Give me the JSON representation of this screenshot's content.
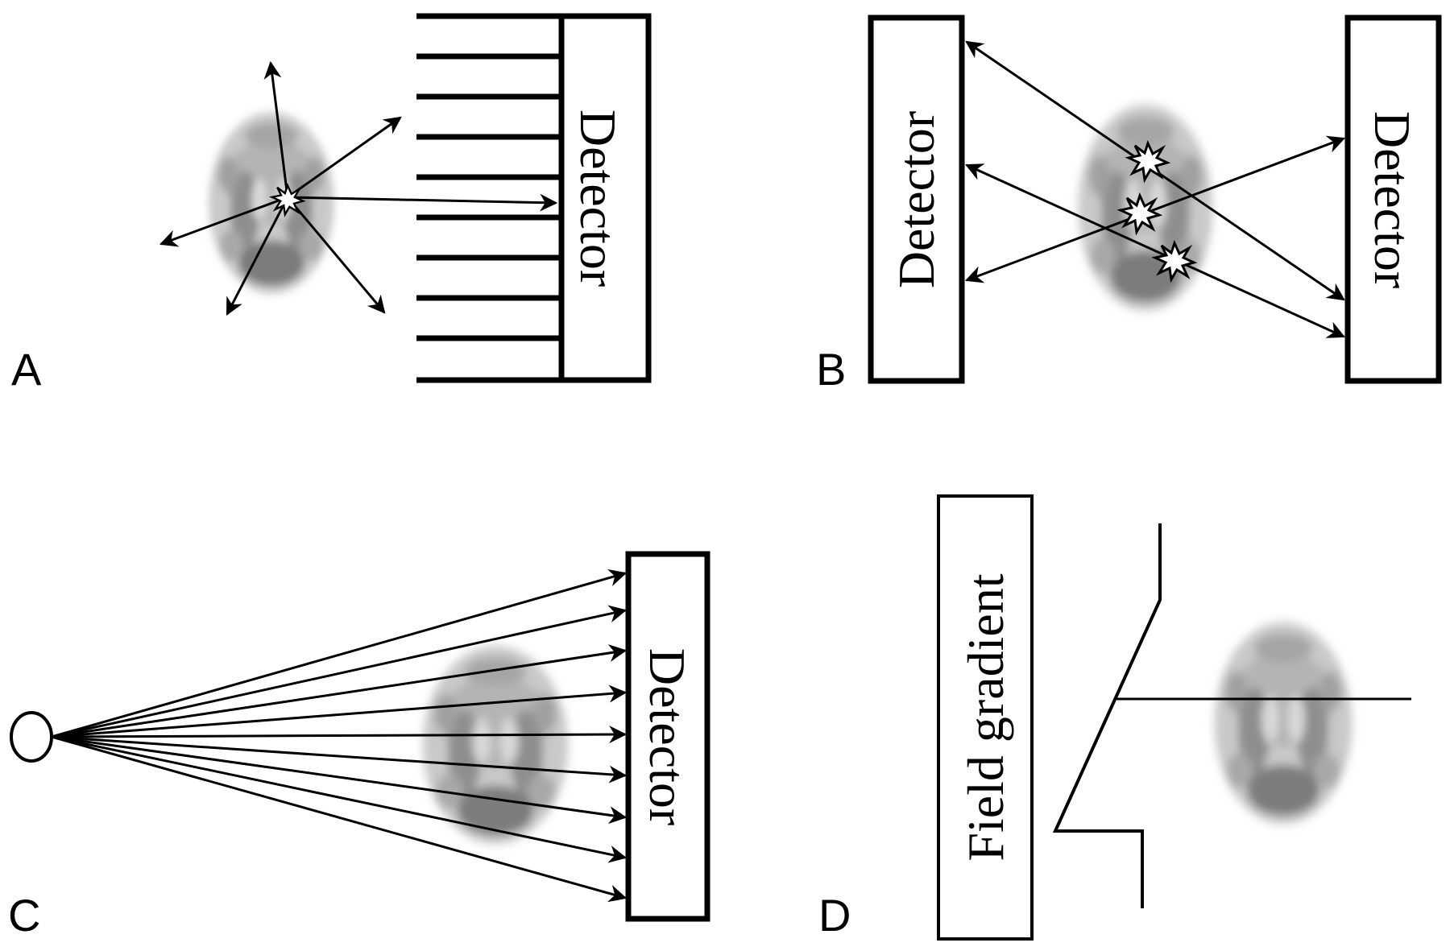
{
  "panels": {
    "a": {
      "label": "A",
      "detector": "Detector"
    },
    "b": {
      "label": "B",
      "detector_left": "Detector",
      "detector_right": "Detector"
    },
    "c": {
      "label": "C",
      "detector": "Detector"
    },
    "d": {
      "label": "D",
      "gradient_label": "Field gradient"
    }
  },
  "colors": {
    "ink": "#000000",
    "brain_light": "#c4c4c4",
    "brain_dark": "#7a7a7a",
    "background": "#ffffff"
  },
  "icons": [
    "brain-slice-image",
    "emission-burst-icon",
    "x-ray-source-icon",
    "arrow-icon"
  ]
}
